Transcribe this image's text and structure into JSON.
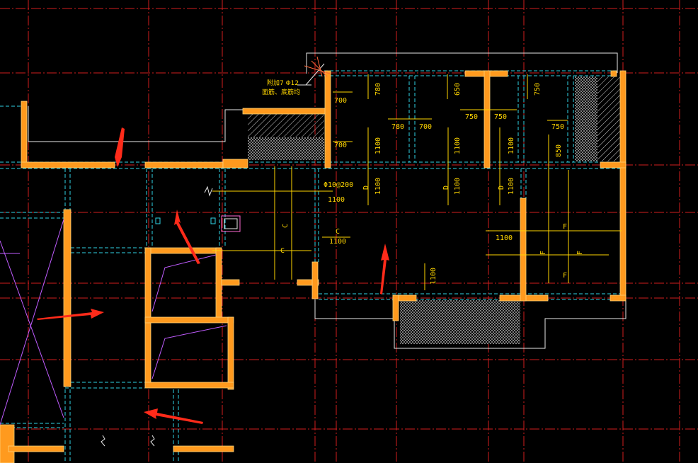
{
  "colors": {
    "background": "#000000",
    "grid": "#d21e1e",
    "wall": "#ff9a1e",
    "wall_edge": "#ffd27a",
    "outline": "#e8e8e8",
    "cyan": "#2fd3e6",
    "yellow": "#ffd600",
    "magenta": "#c05cff",
    "arrow": "#ff2b1a"
  },
  "annotation": {
    "line1": "附加7 Φ12",
    "line2": "面筋、底筋均"
  },
  "rebar_spec": "Φ10@200",
  "dimensions": {
    "d700_a": "700",
    "d700_b": "700",
    "d780_top": "780",
    "d650": "650",
    "d750_top": "750",
    "d780_mid": "780",
    "d700_mid": "700",
    "d750_m1": "750",
    "d750_m2": "750",
    "d750_right": "750",
    "d1100_v1": "1100",
    "d1100_v2": "1100",
    "d1100_v3": "1100",
    "d850": "850",
    "d1100_v4": "1100",
    "d1100_v5": "1100",
    "d1100_v6": "1100",
    "d1100_h1": "1100",
    "d1100_h2": "1100",
    "d1100_h3": "1100",
    "d1100_v7": "1100"
  },
  "labels": {
    "c1": "C",
    "c2": "C",
    "c3": "C",
    "d1": "D",
    "d2": "D",
    "d3": "D",
    "f1": "F",
    "f2": "F",
    "f3": "F",
    "f4": "F"
  },
  "icons": {
    "arrows": "red-pointer-arrow",
    "break": "break-line-symbol"
  }
}
